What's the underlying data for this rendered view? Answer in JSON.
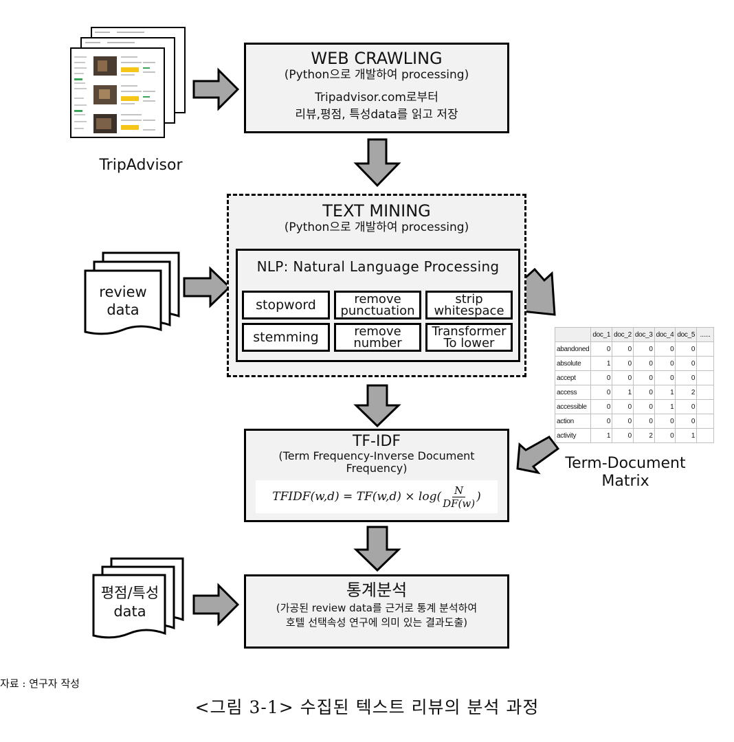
{
  "crawl": {
    "title": "WEB CRAWLING",
    "subtitle": "(Python으로 개발하여 processing)",
    "line1": "Tripadvisor.com로부터",
    "line2": "리뷰,평점, 특성data를 읽고 저장"
  },
  "tripadvisor_label": "TripAdvisor",
  "text_mining": {
    "title": "TEXT MINING",
    "subtitle": "(Python으로 개발하여 processing)",
    "nlp_title": "NLP: Natural Language Processing",
    "steps": [
      "stopword",
      "remove punctuation",
      "strip whitespace",
      "stemming",
      "remove number",
      "Transformer To lower"
    ]
  },
  "review_doc": {
    "line1": "review",
    "line2": "data"
  },
  "tfidf": {
    "title": "TF-IDF",
    "subtitle1": "(Term Frequency-Inverse Document",
    "subtitle2": "Frequency)",
    "formula_lhs": "TFIDF(w,d) = TF(w,d) × log(",
    "formula_num": "N",
    "formula_den": "DF(w)",
    "formula_end": ")"
  },
  "matrix": {
    "label1": "Term-Document",
    "label2": "Matrix",
    "columns": [
      "",
      "doc_1",
      "doc_2",
      "doc_3",
      "doc_4",
      "doc_5",
      "......"
    ],
    "rows": [
      {
        "term": "abandoned",
        "values": [
          "0",
          "0",
          "0",
          "0",
          "0"
        ]
      },
      {
        "term": "absolute",
        "values": [
          "1",
          "0",
          "0",
          "0",
          "0"
        ]
      },
      {
        "term": "accept",
        "values": [
          "0",
          "0",
          "0",
          "0",
          "0"
        ]
      },
      {
        "term": "access",
        "values": [
          "0",
          "1",
          "0",
          "1",
          "2"
        ]
      },
      {
        "term": "accessible",
        "values": [
          "0",
          "0",
          "0",
          "1",
          "0"
        ]
      },
      {
        "term": "action",
        "values": [
          "0",
          "0",
          "0",
          "0",
          "0"
        ]
      },
      {
        "term": "activity",
        "values": [
          "1",
          "0",
          "2",
          "0",
          "1"
        ]
      }
    ]
  },
  "rating_doc": {
    "line1": "평점/특성",
    "line2": "data"
  },
  "stats": {
    "title": "통계분석",
    "line1": "(가공된 review data를 근거로 통계 분석하여",
    "line2": "호텔 선택속성 연구에 의미 있는 결과도출)"
  },
  "source": "자료 : 연구자 작성",
  "caption": "<그림 3-1> 수집된 텍스트 리뷰의 분석 과정"
}
